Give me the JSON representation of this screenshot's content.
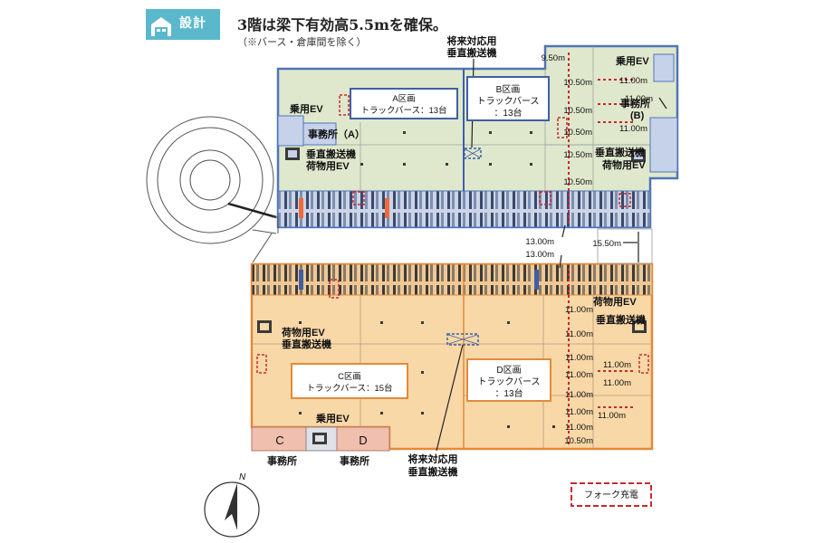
{
  "header": {
    "section_label": "設計",
    "title": "3階は梁下有効高5.5mを確保。",
    "note": "（※バース・倉庫間を除く）"
  },
  "callouts": {
    "future_lift_top": [
      "将来対応用",
      "垂直搬送機"
    ],
    "future_lift_bottom": [
      "将来対応用",
      "垂直搬送機"
    ]
  },
  "zones": {
    "a": {
      "name": "A区画",
      "berths": "トラックバース：13台"
    },
    "b": {
      "name": "B区画",
      "berths_line1": "トラックバース",
      "berths_line2": "：13台"
    },
    "c": {
      "name": "C区画",
      "berths": "トラックバース：15台"
    },
    "d": {
      "name": "D区画",
      "berths_line1": "トラックバース",
      "berths_line2": "：13台"
    }
  },
  "rooms": {
    "passenger_ev_a": "乗用EV",
    "office_a": "事務所（A）",
    "lift_a": "垂直搬送機",
    "cargo_ev_a": "荷物用EV",
    "passenger_ev_b": "乗用EV",
    "office_b_1": "事務所",
    "office_b_2": "(B)",
    "lift_b": "垂直搬送機",
    "cargo_ev_b": "荷物用EV",
    "cargo_ev_c": "荷物用EV",
    "lift_c": "垂直搬送機",
    "passenger_ev_cd": "乗用EV",
    "office_c_letter": "C",
    "office_d_letter": "D",
    "office_c_label": "事務所",
    "office_d_label": "事務所",
    "cargo_ev_d": "荷物用EV",
    "lift_d": "垂直搬送機"
  },
  "heights": {
    "v_top": [
      "9.50m",
      "10.50m",
      "10.50m",
      "10.50m",
      "10.50m",
      "10.50m"
    ],
    "b_right": [
      "11.00m",
      "11.00m",
      "11.00m"
    ],
    "ramp_a": "13.00m",
    "ramp_b": "13.00m",
    "ramp_right": "15.50m",
    "v_bottom": [
      "11.00m",
      "11.00m",
      "11.00m",
      "11.00m",
      "11.00m",
      "11.00m",
      "11.00m",
      "10.50m"
    ],
    "d_right": [
      "11.00m",
      "11.00m",
      "11.00m"
    ]
  },
  "legend": {
    "label": "フォーク充電"
  },
  "compass": {
    "label": "N"
  },
  "colors": {
    "green_fill": "#dfe8cc",
    "green_line": "#4f75b8",
    "orange_fill": "#f9d8a8",
    "orange_line": "#e38a3a",
    "berth_fill": "#c9d4e6",
    "red_accent": "#c8282f",
    "badge": "#5bb8cc"
  }
}
